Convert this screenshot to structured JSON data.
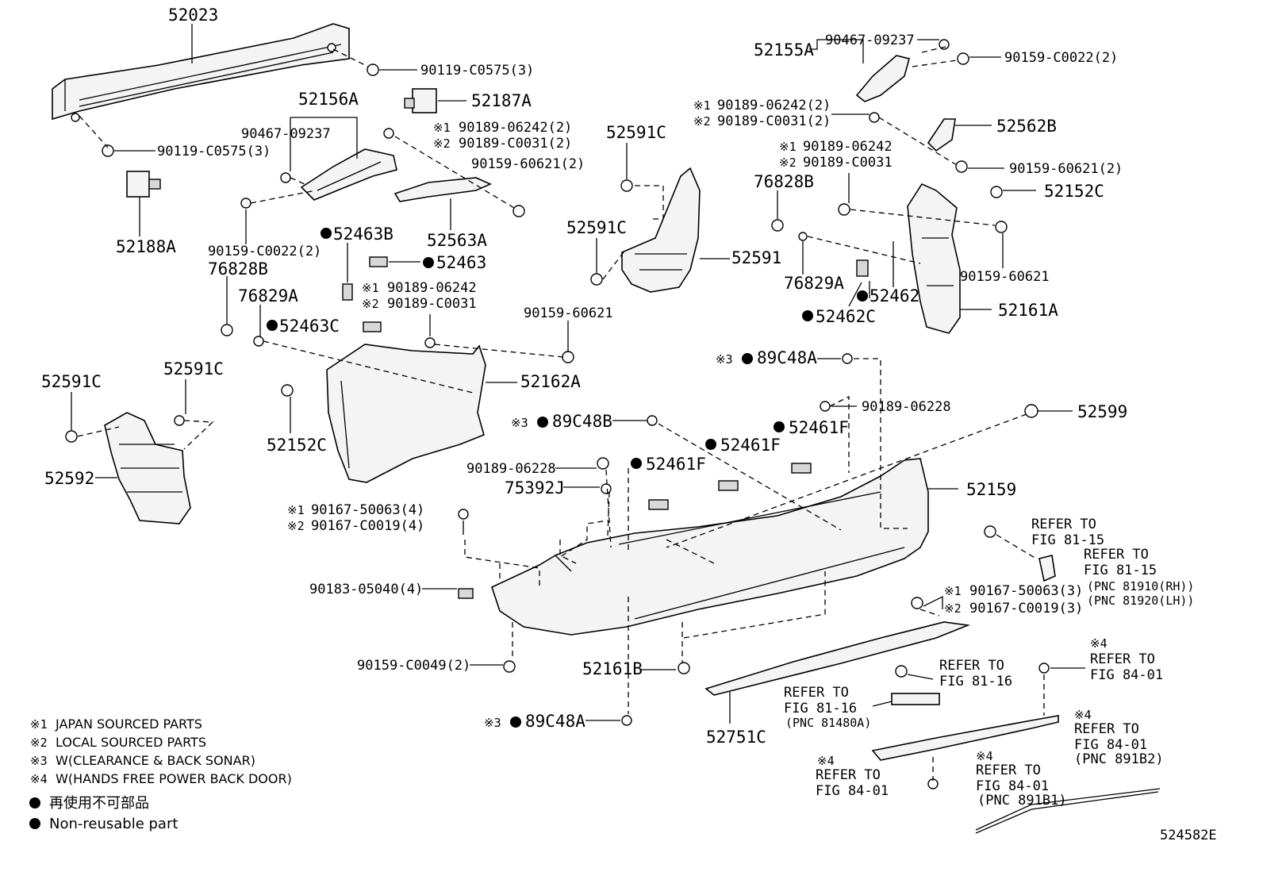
{
  "diagram_id": "524582E",
  "part_labels": {
    "p52023": "52023",
    "p90119_top": "90119-C0575(3)",
    "p90119_left": "90119-C0575(3)",
    "p52188A": "52188A",
    "p52187A": "52187A",
    "p52156A": "52156A",
    "p90467_left": "90467-09237",
    "p90159_c0022_left": "90159-C0022(2)",
    "p90189_06242_2_mid": "90189-06242(2)",
    "p90189_c0031_2_mid": "90189-C0031(2)",
    "p90159_60621_2_mid": "90159-60621(2)",
    "p52563A": "52563A",
    "p52463B": "52463B",
    "p52463": "52463",
    "p90189_06242_mid2": "90189-06242",
    "p90189_c0031_mid2": "90189-C0031",
    "p76828B_left": "76828B",
    "p76829A_left": "76829A",
    "p52463C": "52463C",
    "p90159_60621_mid": "90159-60621",
    "p52162A": "52162A",
    "p52152C_left": "52152C",
    "p52591C_a": "52591C",
    "p52591C_b": "52591C",
    "p52591C_c": "52591C",
    "p52591C_d": "52591C",
    "p52592": "52592",
    "p52591": "52591",
    "p52155A": "52155A",
    "p90467_right": "90467-09237",
    "p90159_c0022_right": "90159-C0022(2)",
    "p90189_06242_2_right": "90189-06242(2)",
    "p90189_c0031_2_right": "90189-C0031(2)",
    "p52562B": "52562B",
    "p90159_60621_2_right": "90159-60621(2)",
    "p90189_06242_right2": "90189-06242",
    "p90189_c0031_right2": "90189-C0031",
    "p76828B_right": "76828B",
    "p52152C_right": "52152C",
    "p90159_60621_right": "90159-60621",
    "p76829A_right": "76829A",
    "p52462": "52462",
    "p52462C": "52462C",
    "p52161A": "52161A",
    "p89C48A_top": "89C48A",
    "p90189_06228_a": "90189-06228",
    "p52599": "52599",
    "p89C48B": "89C48B",
    "p52461F_a": "52461F",
    "p52461F_b": "52461F",
    "p52461F_c": "52461F",
    "p90189_06228_b": "90189-06228",
    "p75392J": "75392J",
    "p52159": "52159",
    "p90167_50063_4": "90167-50063(4)",
    "p90167_c0019_4": "90167-C0019(4)",
    "p90183_05040": "90183-05040(4)",
    "p90159_c0049": "90159-C0049(2)",
    "p52161B": "52161B",
    "p89C48A_bottom": "89C48A",
    "p52751C": "52751C",
    "p90167_50063_3": "90167-50063(3)",
    "p90167_c0019_3": "90167-C0019(3)"
  },
  "markers": {
    "m1": "※1",
    "m2": "※2",
    "m3": "※3",
    "m4": "※4"
  },
  "references": {
    "ref_81_15_a": [
      "REFER TO",
      "FIG 81-15"
    ],
    "ref_81_15_b": [
      "REFER TO",
      "FIG 81-15"
    ],
    "pnc_81910": "(PNC 81910(RH))",
    "pnc_81920": "(PNC 81920(LH))",
    "ref_81_16_a": [
      "REFER TO",
      "FIG 81-16"
    ],
    "ref_81_16_b": [
      "REFER TO",
      "FIG 81-16"
    ],
    "pnc_81480A": "(PNC 81480A)",
    "ref_84_01_a": [
      "REFER TO",
      "FIG 84-01"
    ],
    "ref_84_01_b": [
      "REFER TO",
      "FIG 84-01"
    ],
    "pnc_891B2": "(PNC 891B2)",
    "ref_84_01_c": [
      "REFER TO",
      "FIG 84-01"
    ],
    "ref_84_01_d": [
      "REFER TO",
      "FIG 84-01"
    ],
    "pnc_891B1": "(PNC 891B1)"
  },
  "notes": {
    "n1": "JAPAN SOURCED PARTS",
    "n2": "LOCAL SOURCED PARTS",
    "n3": "W(CLEARANCE & BACK SONAR)",
    "n4": "W(HANDS FREE POWER BACK DOOR)"
  },
  "legend": {
    "jp": "再使用不可部品",
    "en": "Non-reusable part"
  }
}
